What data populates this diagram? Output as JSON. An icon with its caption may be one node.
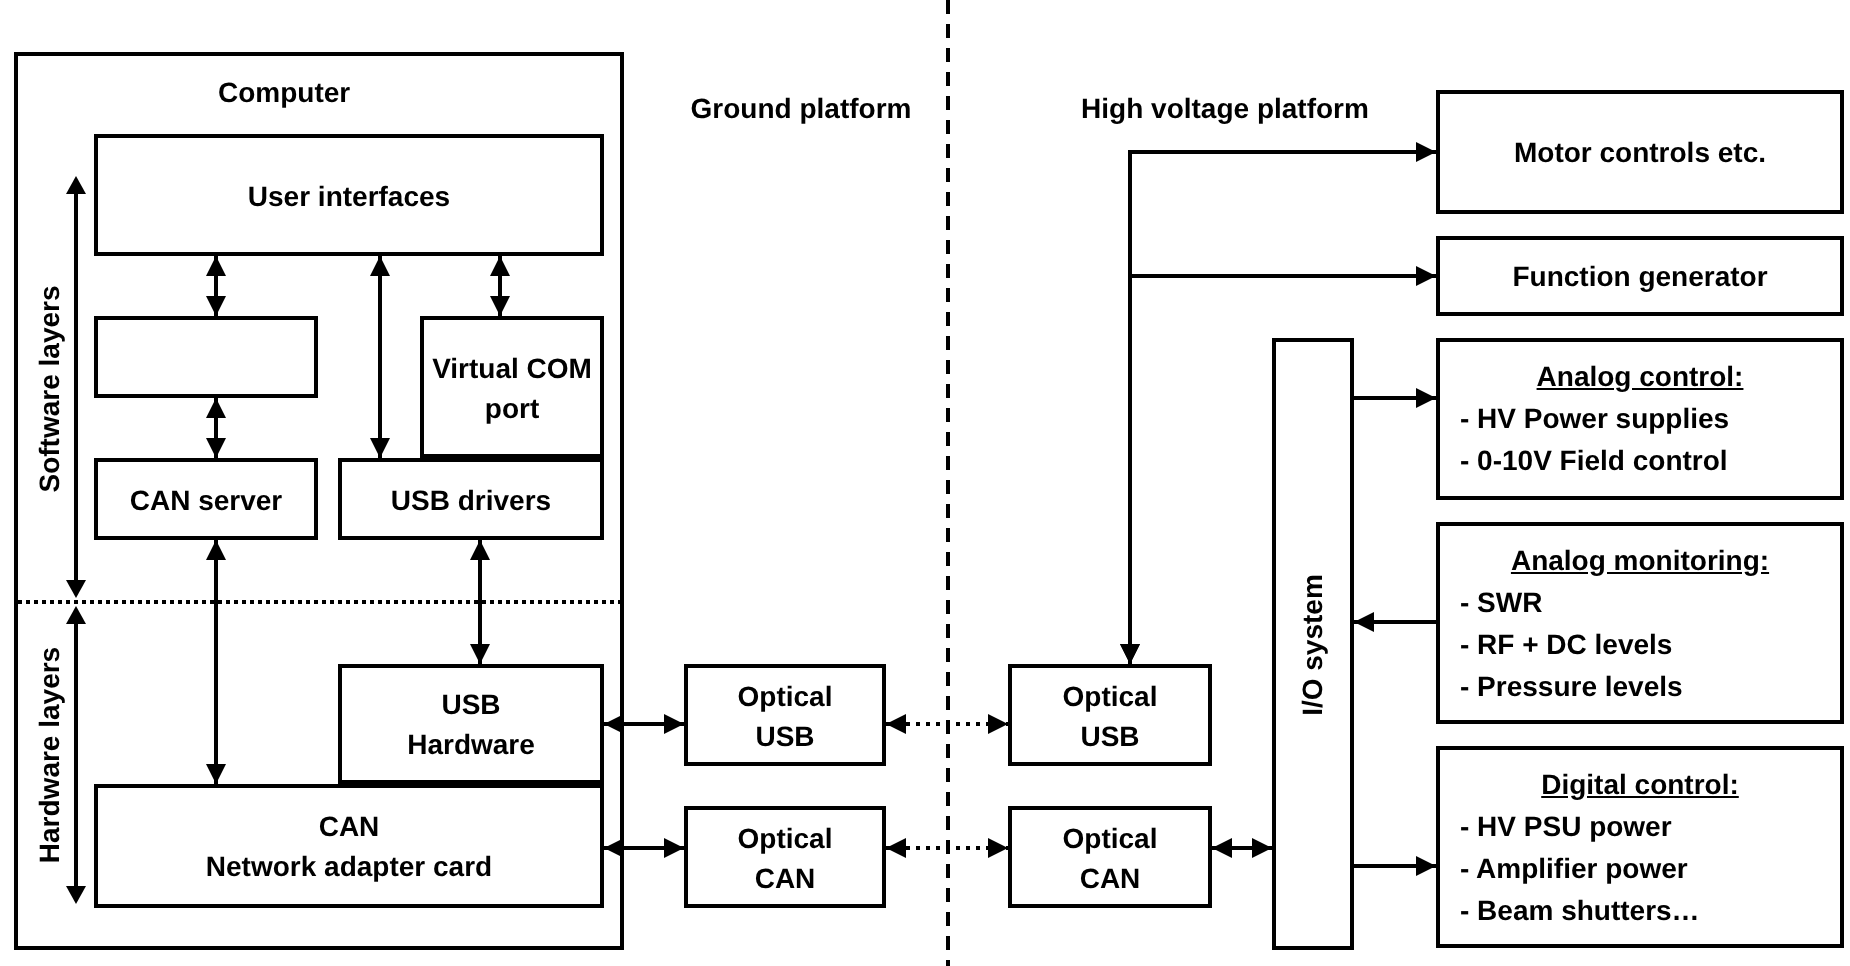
{
  "diagram": {
    "nodes": [
      {
        "text": [
          "Computer"
        ]
      },
      {
        "text": [
          "User interfaces"
        ],
        "in": 0
      },
      {
        "text": [],
        "shape": "box",
        "in": 0
      },
      {
        "text": [
          "Virtual COM port"
        ],
        "in": 0
      },
      {
        "text": [
          "CAN server"
        ],
        "in": 0
      },
      {
        "text": [
          "USB drivers"
        ],
        "in": 0
      },
      {
        "text": [
          "USB Hardware"
        ],
        "in": 0
      },
      {
        "text": [
          "CAN",
          "Network adapter card"
        ],
        "in": 0
      },
      {
        "text": [
          "Optical USB"
        ]
      },
      {
        "text": [
          "Optical CAN"
        ]
      },
      {
        "text": [
          "Optical USB"
        ]
      },
      {
        "text": [
          "Optical CAN"
        ]
      },
      {
        "text": [
          "I/O system"
        ]
      },
      {
        "text": [
          "Motor controls etc."
        ]
      },
      {
        "text": [
          "Function generator"
        ]
      },
      {
        "text": [
          "Analog control:",
          "- HV Power supplies",
          "- 0-10V Field control"
        ]
      },
      {
        "text": [
          "Analog monitoring:",
          "- SWR",
          "- RF + DC levels",
          "- Pressure levels"
        ]
      },
      {
        "text": [
          "Digital control:",
          "- HV PSU power",
          "- Amplifier power",
          "- Beam shutters…"
        ]
      }
    ],
    "edges": [
      {
        "from": 1,
        "to": 2,
        "arrow": "both"
      },
      {
        "from": 2,
        "to": 4,
        "arrow": "both"
      },
      {
        "from": 1,
        "to": 5,
        "arrow": "both"
      },
      {
        "from": 1,
        "to": 3,
        "arrow": "both"
      },
      {
        "from": 4,
        "to": 7,
        "arrow": "both"
      },
      {
        "from": 5,
        "to": 6,
        "arrow": "both"
      },
      {
        "from": 6,
        "to": 8,
        "arrow": "both"
      },
      {
        "from": 7,
        "to": 9,
        "arrow": "both"
      },
      {
        "from": 8,
        "to": 10,
        "arrow": "both",
        "style": "dashed"
      },
      {
        "from": 9,
        "to": 11,
        "arrow": "both",
        "style": "dashed"
      },
      {
        "from": 11,
        "to": 12,
        "arrow": "both"
      },
      {
        "from": 10,
        "to": 13,
        "arrow": "both"
      },
      {
        "from": 10,
        "to": 14,
        "arrow": "both"
      },
      {
        "from": 12,
        "to": 15,
        "arrow": "to"
      },
      {
        "from": 16,
        "to": 12,
        "arrow": "to"
      },
      {
        "from": 12,
        "to": 17,
        "arrow": "to"
      }
    ],
    "labels": [
      "Software layers",
      "Hardware layers",
      "Ground platform",
      "High voltage platform"
    ]
  }
}
